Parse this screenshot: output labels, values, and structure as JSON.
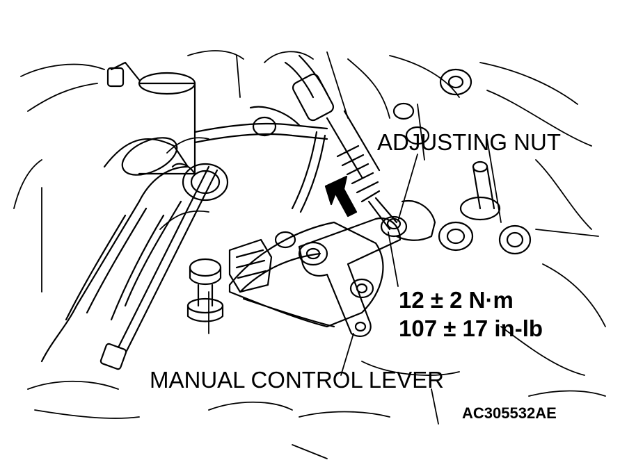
{
  "labels": {
    "adjusting_nut": "ADJUSTING NUT",
    "torque_nm": "12 ± 2 N·m",
    "torque_inlb": "107 ± 17 in-lb",
    "manual_control_lever": "MANUAL CONTROL LEVER",
    "figure_code": "AC305532AE"
  },
  "colors": {
    "ink": "#000000",
    "paper": "#ffffff"
  }
}
